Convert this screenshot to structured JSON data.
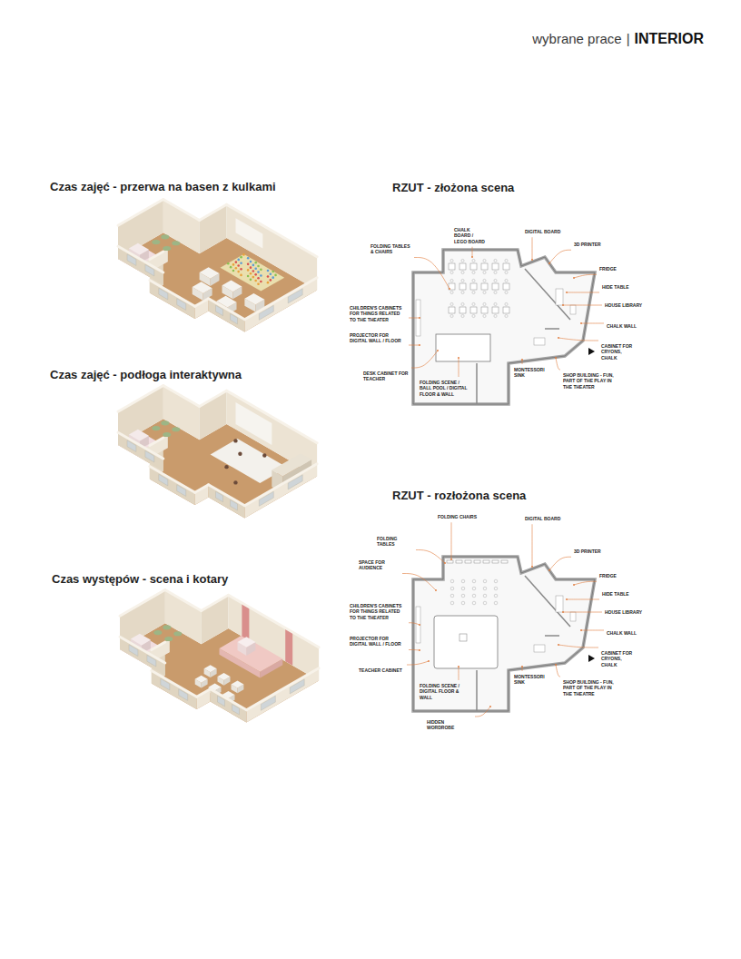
{
  "diagram": {
    "title": "wybrane prace",
    "nodes": [
      {
        "text": [
          "Czas zajęć - przerwa na basen z kulkami"
        ]
      },
      {
        "text": [
          "Czas zajęć - podłoga interaktywna"
        ]
      },
      {
        "text": [
          "Czas występów - scena i kotary"
        ]
      },
      {
        "text": [
          "RZUT - złożona scena"
        ]
      },
      {
        "text": [
          "RZUT - rozłożona scena"
        ]
      }
    ],
    "labels": [
      "|",
      "INTERIOR",
      "CHALK BOARD / LEGO BOARD",
      "DIGITAL BOARD",
      "FOLDING TABLES & CHAIRS",
      "3D PRINTER",
      "FRIDGE",
      "HIDE TABLE",
      "CHILDREN'S CABINETS FOR THINGS RELATED TO THE THEATER",
      "HOUSE LIBRARY",
      "CHALK WALL",
      "PROJECTOR FOR DIGITAL WALL / FLOOR",
      "CABINET FOR CRYONS, CHALK",
      "MONTESSORI SINK",
      "DESK CABINET FOR TEACHER",
      "FOLDING SCENE / BALL POOL / DIGITAL FLOOR & WALL",
      "SHOP BUILDING - FUN, PART OF THE PLAY IN THE THEATER",
      "FOLDING CHAIRS",
      "DIGITAL BOARD",
      "FOLDING TABLES",
      "3D PRINTER",
      "FRIDGE",
      "SPACE FOR AUDIENCE",
      "HIDE TABLE",
      "CHILDREN'S CABINETS FOR THINGS RELATED TO THE THEATER",
      "HOUSE LIBRARY",
      "PROJECTOR FOR DIGITAL WALL / FLOOR",
      "CHALK WALL",
      "CABINET FOR CRYONS, CHALK",
      "TEACHER CABINET",
      "MONTESSORI SINK",
      "SHOP BUILDING - FUN, PART OF THE PLAY IN THE THEATRE",
      "FOLDING SCENE / DIGITAL FLOOR & WALL",
      "HIDDEN WORDROBE"
    ]
  }
}
